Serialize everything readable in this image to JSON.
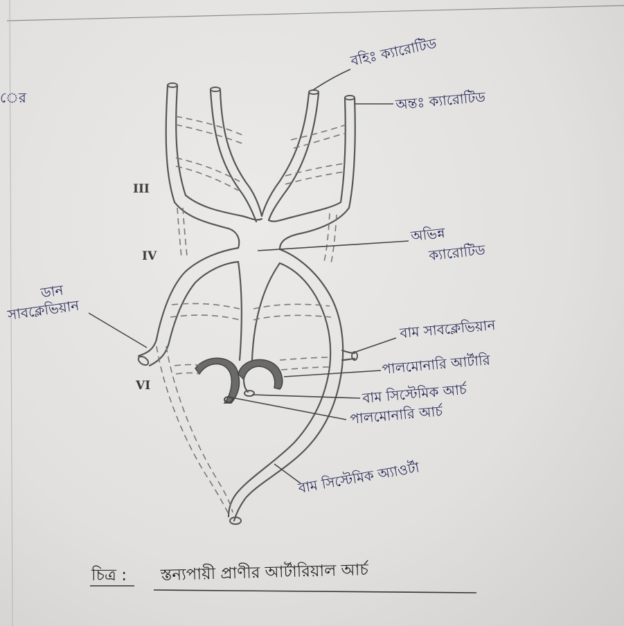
{
  "labels": {
    "external_carotid": "বহিঃ ক্যারোটিড",
    "internal_carotid": "অন্তঃ ক্যারোটিড",
    "common_carotid_line1": "অভিন্ন",
    "common_carotid_line2": "ক্যারোটিড",
    "right_subclavian_line1": "ডান",
    "right_subclavian_line2": "সাবক্লেভিয়ান",
    "left_subclavian": "বাম সাবক্লেভিয়ান",
    "pulmonary_artery": "পালমোনারি আর্টারি",
    "left_systemic_arch": "বাম সিস্টেমিক আর্চ",
    "pulmonary_arch": "পালমোনারি আর্চ",
    "left_systemic_aorta": "বাম সিস্টেমিক অ্যাওর্টা",
    "left_margin_fragment": "ের"
  },
  "arch_numerals": {
    "third": "III",
    "fourth": "IV",
    "sixth": "VI"
  },
  "caption": {
    "prefix": "চিত্র :",
    "title": "স্তন্যপায়ী প্রাণীর আর্টারিয়াল আর্চ"
  },
  "colors": {
    "ink": "#2b2d5a",
    "pencil": "#555555",
    "pulmonary_fill": "#6a6a6a"
  }
}
